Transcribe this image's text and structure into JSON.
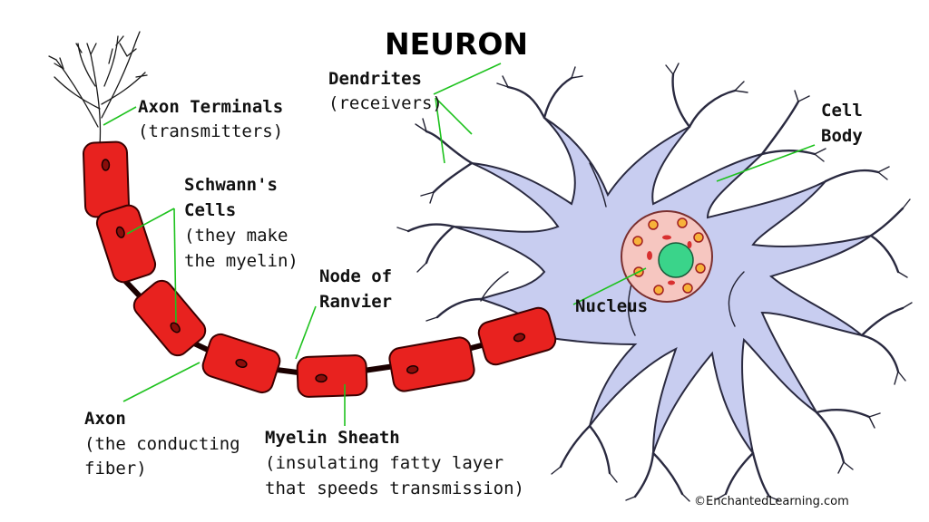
{
  "diagram": {
    "title": "NEURON",
    "credit": "©EnchantedLearning.com",
    "labels": {
      "dendrites": {
        "name": "Dendrites",
        "note": "(receivers)"
      },
      "axon_terminals": {
        "name": "Axon Terminals",
        "note": "(transmitters)"
      },
      "cell_body": {
        "line1": "Cell",
        "line2": "Body"
      },
      "schwanns_cells": {
        "line1": "Schwann's",
        "line2": "Cells",
        "note1": "(they make",
        "note2": "the myelin)"
      },
      "node_of_ranvier": {
        "line1": "Node of",
        "line2": "Ranvier"
      },
      "nucleus": {
        "name": "Nucleus"
      },
      "axon": {
        "name": "Axon",
        "note1": "(the conducting",
        "note2": "fiber)"
      },
      "myelin_sheath": {
        "name": "Myelin Sheath",
        "note1": "(insulating fatty layer",
        "note2": "that speeds transmission)"
      }
    },
    "colors": {
      "myelin": "#e8221f",
      "cell_body": "#c8cdf0",
      "cell_outline": "#2a2a40",
      "nucleus_outer": "#f6c6c0",
      "nucleolus": "#3ad48a",
      "leader_lines": "#1ec21e"
    }
  }
}
